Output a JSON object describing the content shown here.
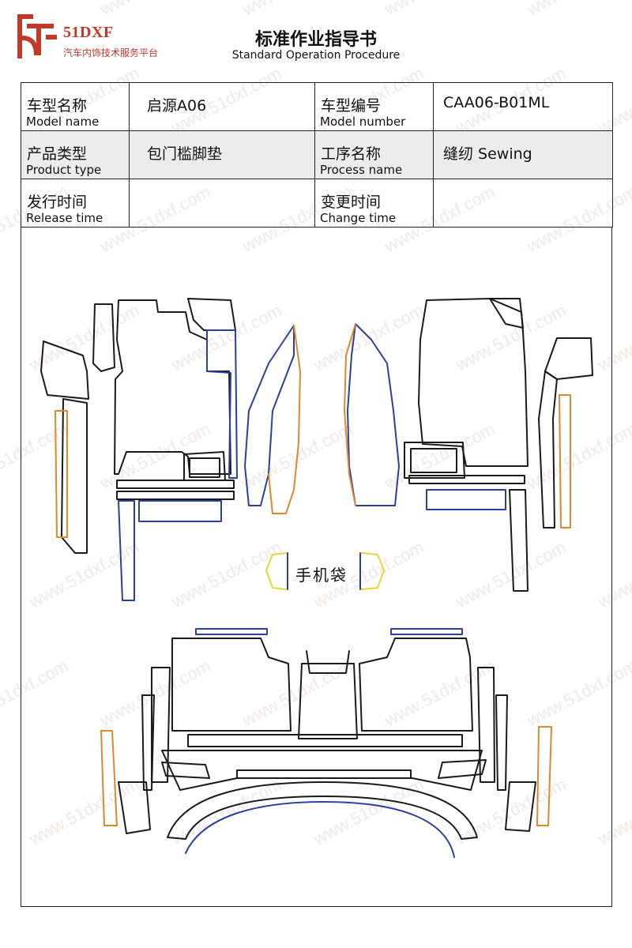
{
  "header": {
    "brand_name": "51DXF",
    "brand_tagline": "汽车内饰技术服务平台",
    "title": "标准作业指导书",
    "subtitle": "Standard Operation Procedure"
  },
  "info": {
    "model_name_zh": "车型名称",
    "model_name_en": "Model name",
    "model_name_value": "启源A06",
    "model_number_zh": "车型编号",
    "model_number_en": "Model number",
    "model_number_value": "CAA06-B01ML",
    "product_type_zh": "产品类型",
    "product_type_en": "Product type",
    "product_type_value": "包门槛脚垫",
    "process_name_zh": "工序名称",
    "process_name_en": "Process name",
    "process_name_value": "缝纫 Sewing",
    "release_time_zh": "发行时间",
    "release_time_en": "Release time",
    "release_time_value": "",
    "change_time_zh": "变更时间",
    "change_time_en": "Change time",
    "change_time_value": ""
  },
  "drawing": {
    "pocket_label": "手机袋"
  },
  "watermark_text": "www.51dxf.com",
  "colors": {
    "brand": "#c0392b",
    "outline": "#1a1a1a",
    "edge_blue": "#2c3e9e",
    "edge_orange": "#d98a2b",
    "edge_yellow": "#e6d63a"
  }
}
